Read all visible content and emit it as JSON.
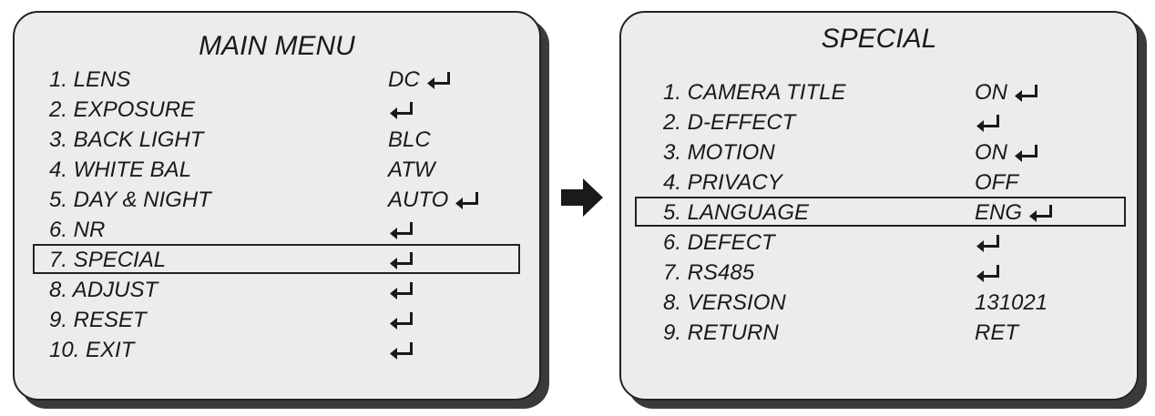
{
  "main_menu": {
    "title": "MAIN MENU",
    "selected_index": 6,
    "items": [
      {
        "label": "1. LENS",
        "value": "DC",
        "enter": true
      },
      {
        "label": "2. EXPOSURE",
        "value": "",
        "enter": true
      },
      {
        "label": "3. BACK LIGHT",
        "value": "BLC",
        "enter": false
      },
      {
        "label": "4. WHITE BAL",
        "value": "ATW",
        "enter": false
      },
      {
        "label": "5. DAY & NIGHT",
        "value": "AUTO",
        "enter": true
      },
      {
        "label": "6. NR",
        "value": "",
        "enter": true
      },
      {
        "label": "7. SPECIAL",
        "value": "",
        "enter": true
      },
      {
        "label": "8. ADJUST",
        "value": "",
        "enter": true
      },
      {
        "label": "9. RESET",
        "value": "",
        "enter": true
      },
      {
        "label": "10. EXIT",
        "value": "",
        "enter": true
      }
    ]
  },
  "special_menu": {
    "title": "SPECIAL",
    "selected_index": 4,
    "items": [
      {
        "label": "1. CAMERA TITLE",
        "value": "ON",
        "enter": true
      },
      {
        "label": "2. D-EFFECT",
        "value": "",
        "enter": true
      },
      {
        "label": "3. MOTION",
        "value": "ON",
        "enter": true
      },
      {
        "label": "4. PRIVACY",
        "value": "OFF",
        "enter": false
      },
      {
        "label": "5. LANGUAGE",
        "value": "ENG",
        "enter": true
      },
      {
        "label": "6. DEFECT",
        "value": "",
        "enter": true
      },
      {
        "label": "7. RS485",
        "value": "",
        "enter": true
      },
      {
        "label": "8. VERSION",
        "value": "131021",
        "enter": false
      },
      {
        "label": "9. RETURN",
        "value": "RET",
        "enter": false
      }
    ]
  },
  "icons": {
    "enter": "enter-icon",
    "navigation": "arrow-right-icon"
  },
  "colors": {
    "panel_fill": "#ececec",
    "panel_shadow": "#3a3a3a",
    "ink": "#1a1a1a"
  }
}
